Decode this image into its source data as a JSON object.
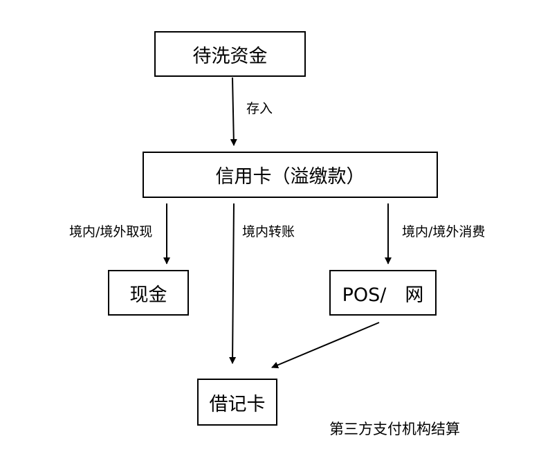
{
  "nodes": {
    "source": "待洗资金",
    "credit_card": "信用卡（溢缴款）",
    "cash": "现金",
    "pos": "POS/　网",
    "debit_card": "借记卡"
  },
  "edges": {
    "deposit": "存入",
    "withdraw": "境内/境外取现",
    "transfer": "境内转账",
    "consume": "境内/境外消费"
  },
  "caption": "第三方支付机构结算"
}
